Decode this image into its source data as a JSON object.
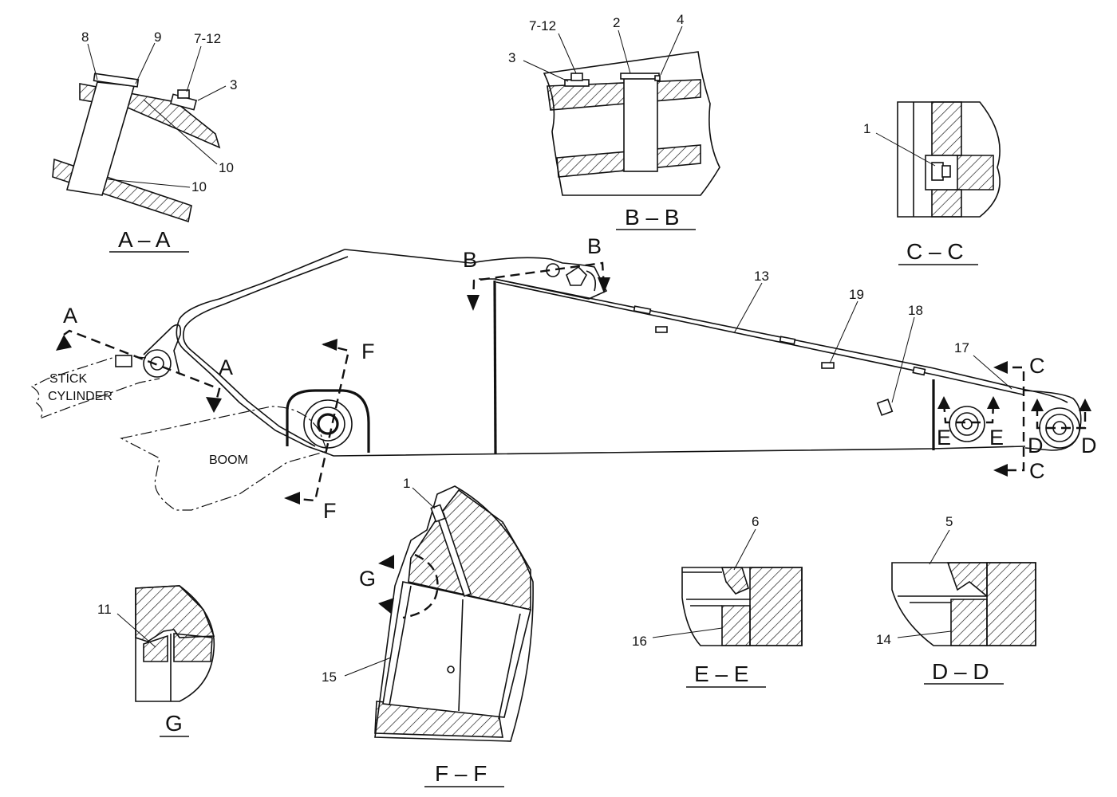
{
  "views": {
    "aa": {
      "title": "A – A",
      "callouts": [
        "8",
        "9",
        "7-12",
        "3",
        "10",
        "10"
      ]
    },
    "bb": {
      "title": "B – B",
      "callouts": [
        "7-12",
        "2",
        "4",
        "3"
      ]
    },
    "cc": {
      "title": "C – C",
      "callouts": [
        "1"
      ]
    },
    "ee": {
      "title": "E – E",
      "callouts": [
        "6",
        "16"
      ]
    },
    "dd": {
      "title": "D – D",
      "callouts": [
        "5",
        "14"
      ]
    },
    "g": {
      "title": "G",
      "callouts": [
        "11"
      ]
    },
    "ff": {
      "title": "F – F",
      "callouts": [
        "1",
        "15"
      ]
    }
  },
  "main": {
    "labels": {
      "stick_cylinder_1": "STICK",
      "stick_cylinder_2": "CYLINDER",
      "boom": "BOOM"
    },
    "callouts": [
      "13",
      "19",
      "18",
      "17"
    ],
    "section_markers": {
      "a": "A",
      "b": "B",
      "c": "C",
      "d": "D",
      "e": "E",
      "f": "F",
      "g": "G"
    }
  }
}
